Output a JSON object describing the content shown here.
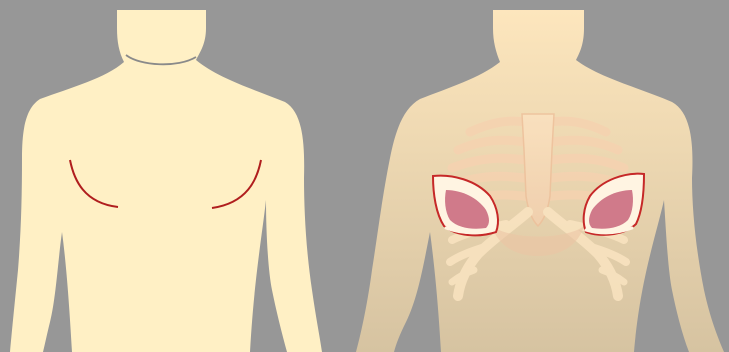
{
  "figure": {
    "colors": {
      "background": "#979797",
      "skin": "#fff0c5",
      "skin_shadow_outline": "#8a8a8a",
      "torso_gradient_top": "#fde6bd",
      "torso_gradient_bottom": "#d6c3a1",
      "bone": "#fbe5c2",
      "bone_shadow": "#eebf9a",
      "rib_highlight": "#fff4e2",
      "incision_red": "#b01e1e",
      "pocket_fill": "#d07a8a",
      "pocket_outline": "#c62828"
    },
    "panels": [
      {
        "id": "exterior-view",
        "marks": [
          "inframammary-incision-left",
          "inframammary-incision-right"
        ]
      },
      {
        "id": "rib-cage-view",
        "marks": [
          "implant-pocket-left",
          "implant-pocket-right"
        ]
      }
    ]
  }
}
